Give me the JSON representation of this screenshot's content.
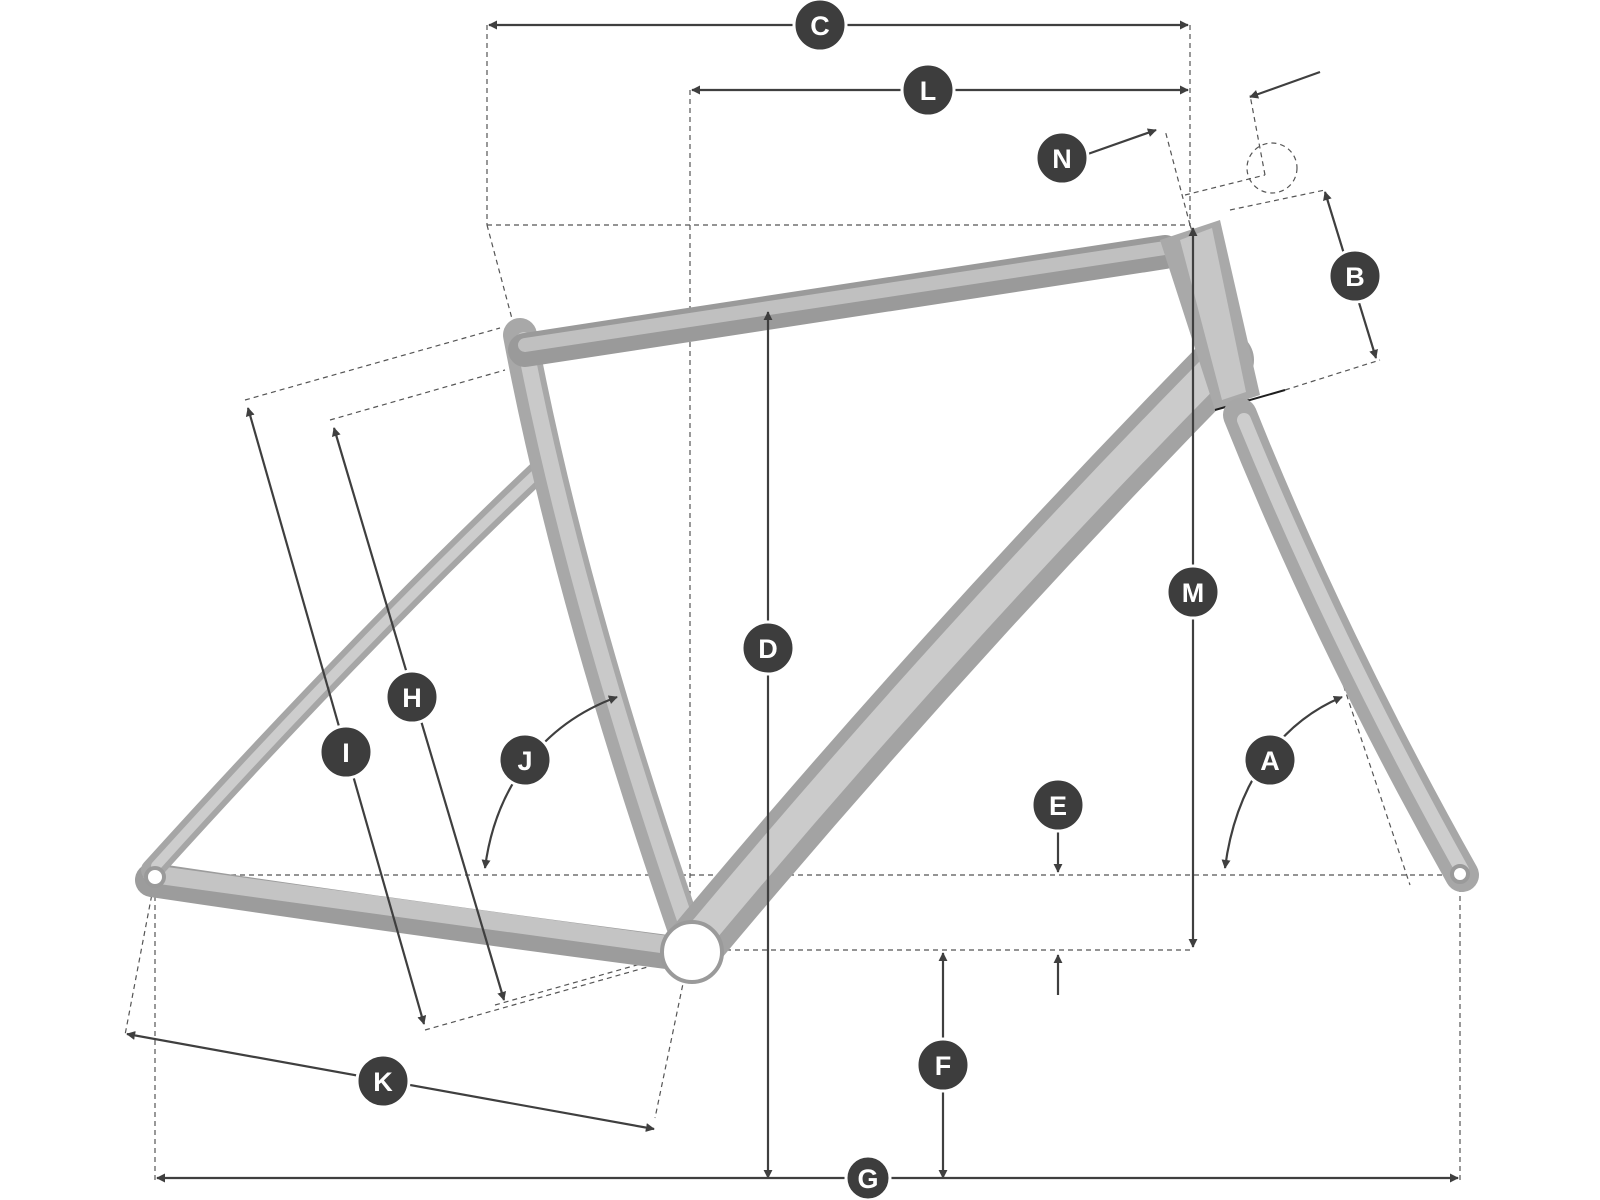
{
  "labels": {
    "A": "A",
    "B": "B",
    "C": "C",
    "D": "D",
    "E": "E",
    "F": "F",
    "G": "G",
    "H": "H",
    "I": "I",
    "J": "J",
    "K": "K",
    "L": "L",
    "M": "M",
    "N": "N"
  },
  "colors": {
    "frame_dark": "#8e8e8e",
    "frame_mid": "#b1b1b1",
    "frame_light": "#d2d2d2",
    "badge": "#3d3d3d",
    "dimension_line": "#555555"
  }
}
